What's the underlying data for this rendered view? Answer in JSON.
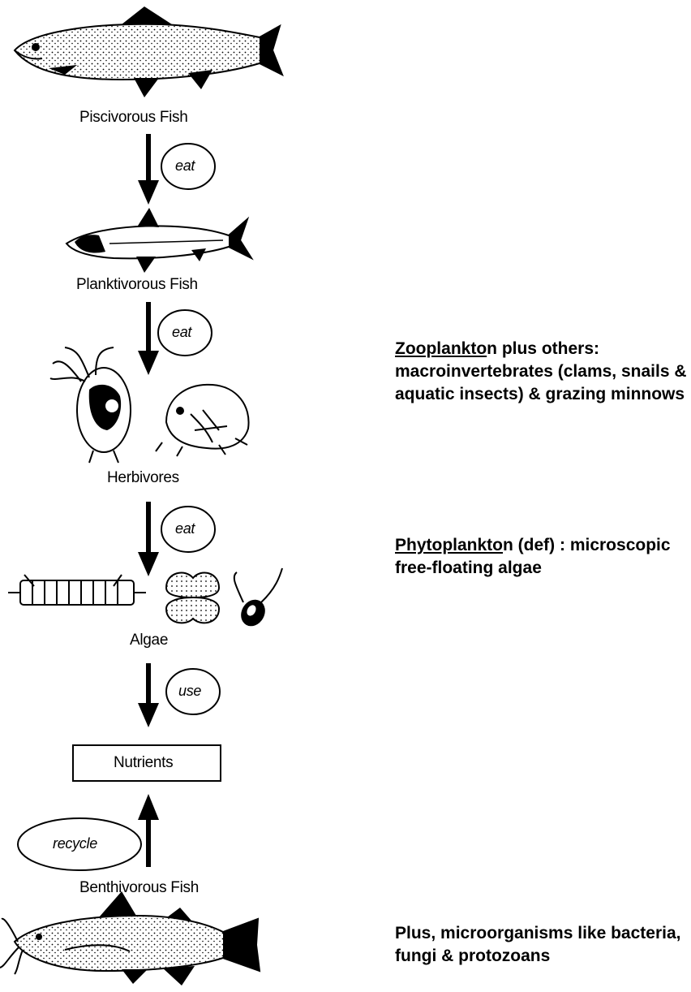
{
  "diagram": {
    "levels": {
      "piscivorous": "Piscivorous Fish",
      "planktivorous": "Planktivorous Fish",
      "herbivores": "Herbivores",
      "algae": "Algae",
      "nutrients": "Nutrients",
      "benthivorous": "Benthivorous Fish"
    },
    "relations": {
      "eat1": "eat",
      "eat2": "eat",
      "eat3": "eat",
      "use": "use",
      "recycle": "recycle"
    }
  },
  "notes": {
    "zooplankton": {
      "term": "Zooplankto",
      "rest": "n plus others: macroinvertebrates (clams, snails & aquatic insects) & grazing minnows"
    },
    "phytoplankton": {
      "term": "Phytoplankto",
      "rest": "n (def) : microscopic free-floating algae"
    },
    "micro": "Plus, microorganisms like bacteria, fungi & protozoans"
  }
}
